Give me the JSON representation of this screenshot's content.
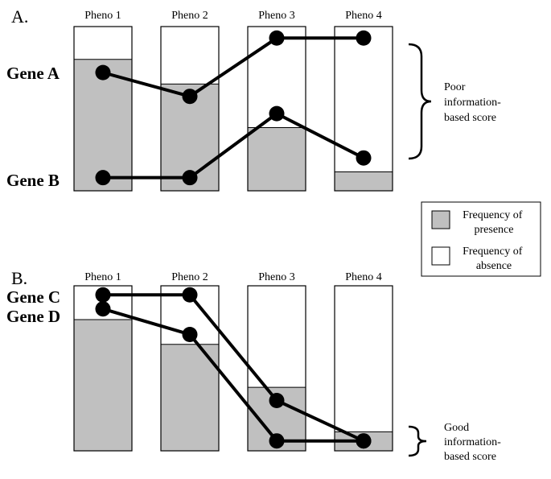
{
  "colors": {
    "presence": "#c0c0c0",
    "absence": "#ffffff",
    "stroke": "#000000"
  },
  "phenotypes": [
    "Pheno 1",
    "Pheno 2",
    "Pheno 3",
    "Pheno 4"
  ],
  "panels": {
    "A": {
      "label": "A.",
      "bar_presence_fraction": [
        0.8,
        0.65,
        0.385,
        0.115
      ],
      "genes": [
        {
          "name": "Gene A",
          "values": [
            0.72,
            0.575,
            0.93,
            0.93
          ]
        },
        {
          "name": "Gene B",
          "values": [
            0.08,
            0.08,
            0.47,
            0.2
          ]
        }
      ],
      "note": [
        "Poor",
        "information-",
        "based score"
      ]
    },
    "B": {
      "label": "B.",
      "bar_presence_fraction": [
        0.795,
        0.645,
        0.385,
        0.115
      ],
      "genes": [
        {
          "name": "Gene C",
          "values": [
            0.945,
            0.945,
            0.305,
            0.06
          ]
        },
        {
          "name": "Gene D",
          "values": [
            0.86,
            0.705,
            0.06,
            0.06
          ]
        }
      ],
      "note": [
        "Good",
        "information-",
        "based score"
      ]
    }
  },
  "legend": {
    "presence": [
      "Frequency of",
      "presence"
    ],
    "absence": [
      "Frequency of",
      "absence"
    ]
  }
}
